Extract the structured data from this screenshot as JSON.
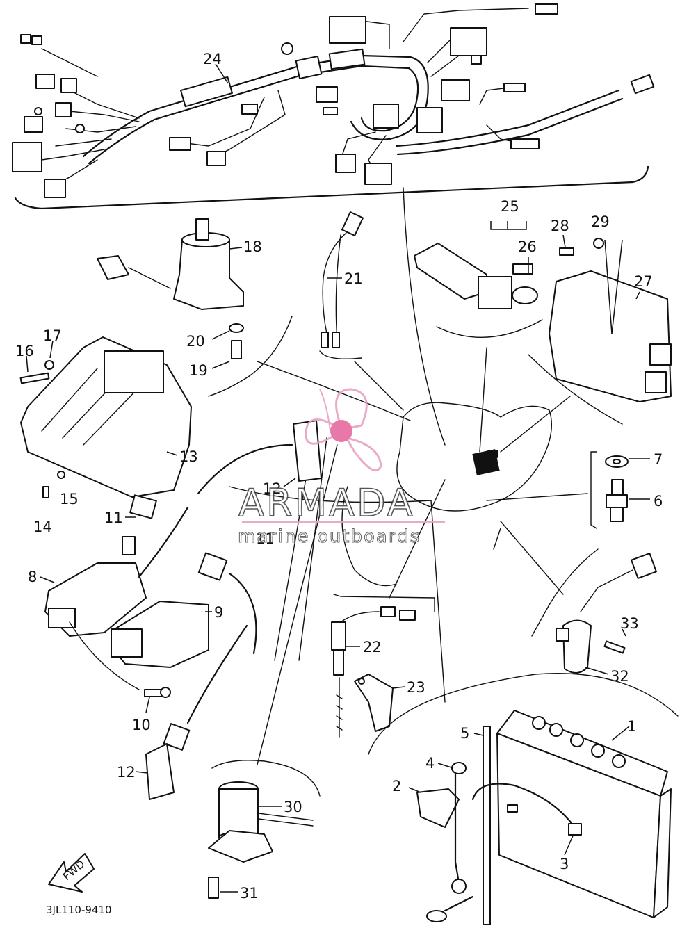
{
  "diagram": {
    "part_labels": [
      "1",
      "2",
      "3",
      "4",
      "5",
      "6",
      "7",
      "8",
      "9",
      "10",
      "11",
      "12",
      "13",
      "14",
      "15",
      "16",
      "17",
      "18",
      "19",
      "20",
      "21",
      "22",
      "23",
      "24",
      "25",
      "26",
      "27",
      "28",
      "29",
      "30",
      "31",
      "32",
      "33"
    ],
    "duplicate_labels": {
      "ignition_coil_plug_cap_upper": "12",
      "ignition_coil_plug_cap_lower": "12"
    },
    "drawing_code": "3JL110-9410",
    "direction_marker": "FWD"
  },
  "watermark": {
    "brand": "ARMADA",
    "tagline": "marine outboards",
    "accent_color": "#e8a3c4",
    "hub_color": "#e56a9e"
  }
}
